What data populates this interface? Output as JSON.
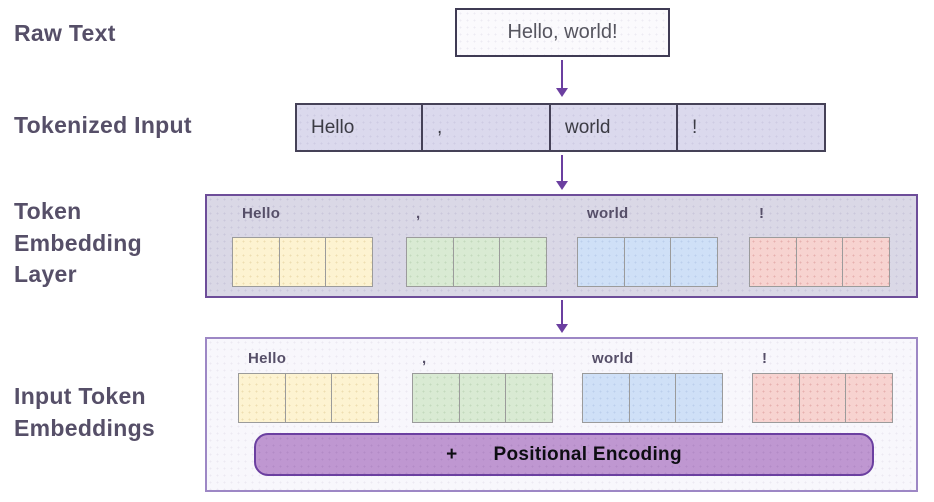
{
  "labels": {
    "raw_text": "Raw Text",
    "tokenized_input": "Tokenized Input",
    "token_embedding_layer": "Token Embedding Layer",
    "input_token_embeddings": "Input Token Embeddings"
  },
  "raw_text_box": {
    "value": "Hello, world!"
  },
  "tokens": [
    {
      "text": "Hello",
      "color": "#fdf3d1"
    },
    {
      "text": ",",
      "color": "#d9ead3"
    },
    {
      "text": "world",
      "color": "#cfe0f7"
    },
    {
      "text": "!",
      "color": "#f7d3d0"
    }
  ],
  "embedding": {
    "dims_per_token": 3
  },
  "positional_encoding": {
    "operator": "+",
    "label": "Positional Encoding"
  },
  "colors": {
    "side_label_text": "#564f68",
    "arrow": "#6b3fa0",
    "raw_box_border": "#3f3b54",
    "tokenized_box_bg": "#dbd9ed",
    "tokenized_box_border": "#454157",
    "layer_box_bg": "#dad8e6",
    "layer_box_border": "#6d4d99",
    "input_box_bg": "#f8f7fc",
    "input_box_border": "#9d87c5",
    "cell_border": "#9b9b9b",
    "positional_bar_bg": "#bf97d1",
    "positional_bar_border": "#6b3fa0"
  }
}
